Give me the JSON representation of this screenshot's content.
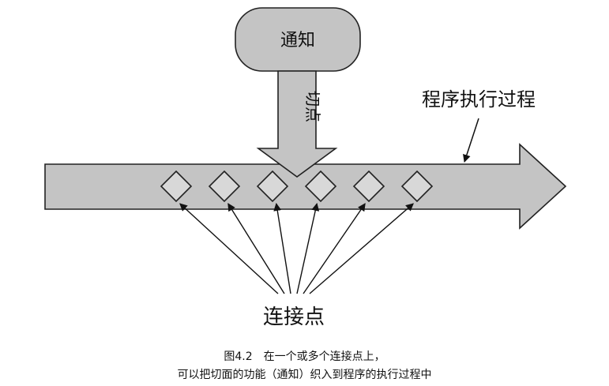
{
  "advice_label": "通知",
  "pointcut_label": "切点",
  "execution_label": "程序执行过程",
  "joinpoint_label": "连接点",
  "joinpoint_count": 6,
  "caption_line1": "图4.2　在一个或多个连接点上，",
  "caption_line2": "可以把切面的功能（通知）织入到程序的执行过程中",
  "colors": {
    "fill": "#c4c4c4",
    "stroke": "#222222",
    "text": "#111111"
  }
}
